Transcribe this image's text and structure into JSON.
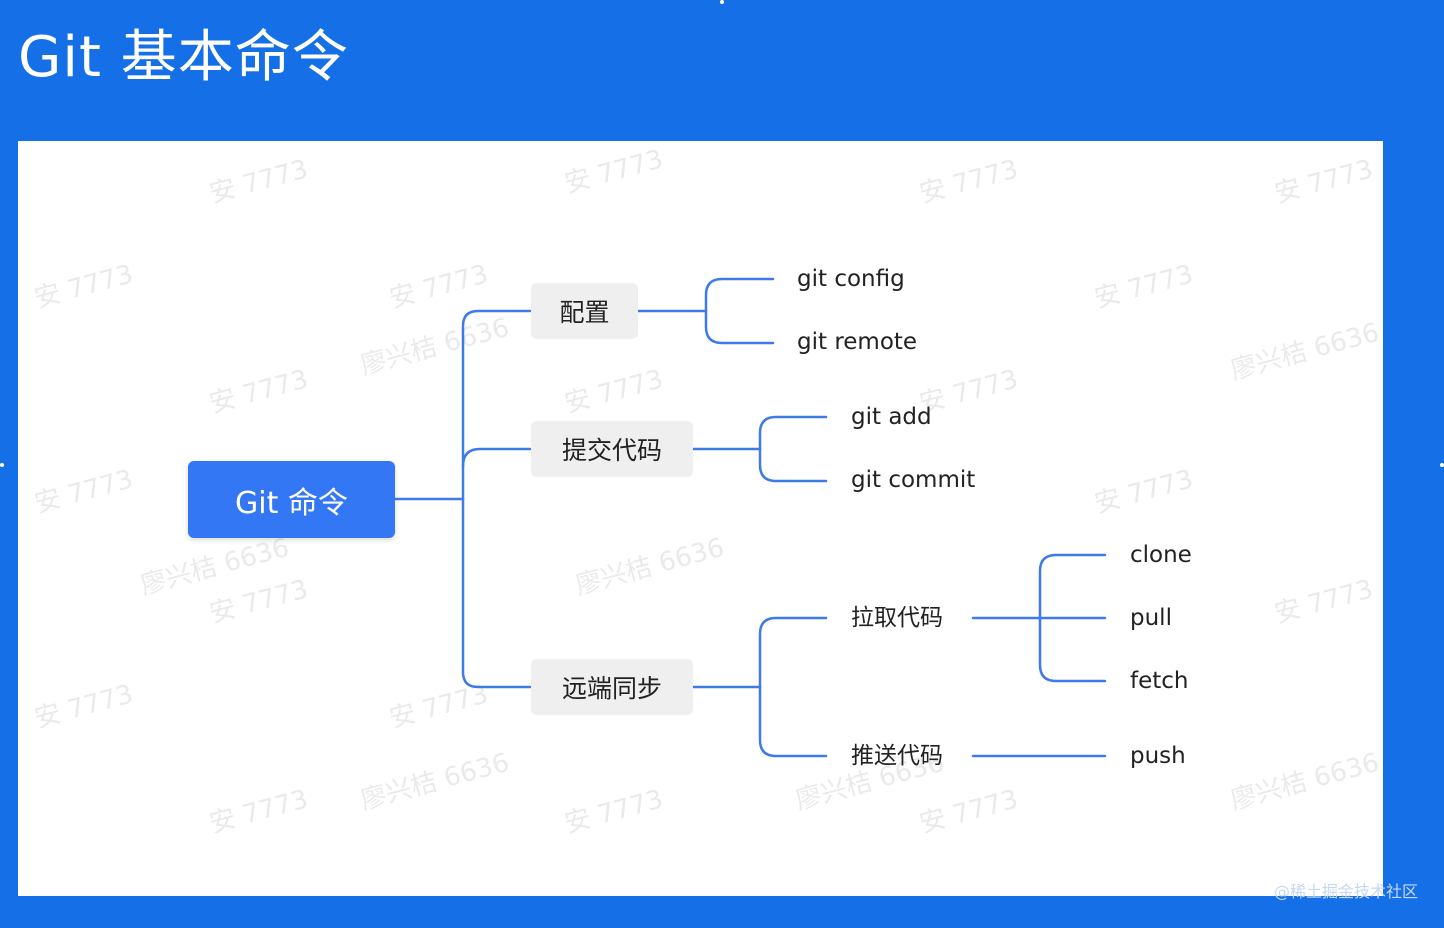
{
  "slide": {
    "title": "Git 基本命令"
  },
  "mindmap": {
    "root": "Git 命令",
    "branches": [
      {
        "label": "配置",
        "children": [
          "git config",
          "git remote"
        ]
      },
      {
        "label": "提交代码",
        "children": [
          "git add",
          "git commit"
        ]
      },
      {
        "label": "远端同步",
        "children": [
          {
            "label": "拉取代码",
            "children": [
              "clone",
              "pull",
              "fetch"
            ]
          },
          {
            "label": "推送代码",
            "children": [
              "push"
            ]
          }
        ]
      }
    ]
  },
  "watermarks": [
    "安 7773",
    "廖兴桔 6636"
  ],
  "footer": {
    "credit": "@稀土掘金技术社区"
  },
  "colors": {
    "frame": "#1570e8",
    "root": "#3477f5",
    "edge": "#3f7be8",
    "box": "#efefef"
  }
}
